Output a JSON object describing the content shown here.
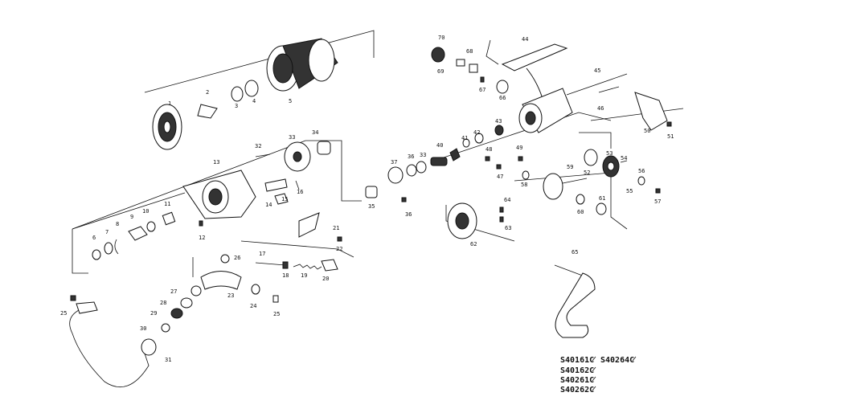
{
  "part_numbers": {
    "n1": "1",
    "n2": "2",
    "n3": "3",
    "n4": "4",
    "n5": "5",
    "n6": "6",
    "n7": "7",
    "n8": "8",
    "n9": "9",
    "n10": "10",
    "n11": "11",
    "n12": "12",
    "n13": "13",
    "n14": "14",
    "n15": "15",
    "n16": "16",
    "n17": "17",
    "n18": "18",
    "n19": "19",
    "n20": "20",
    "n21": "21",
    "n22": "22",
    "n23": "23",
    "n24": "24",
    "n25a": "25",
    "n25b": "25",
    "n26": "26",
    "n27": "27",
    "n28": "28",
    "n29": "29",
    "n30": "30",
    "n31": "31",
    "n32": "32",
    "n33a": "33",
    "n33b": "33",
    "n34": "34",
    "n35": "35",
    "n36a": "36",
    "n36b": "36",
    "n37": "37",
    "n40": "40",
    "n41": "41",
    "n42": "42",
    "n43": "43",
    "n44": "44",
    "n45": "45",
    "n46": "46",
    "n47": "47",
    "n48": "48",
    "n49": "49",
    "n50": "50",
    "n51": "51",
    "n52": "52",
    "n53": "53",
    "n54": "54",
    "n55": "55",
    "n56": "56",
    "n57": "57",
    "n58": "58",
    "n59": "59",
    "n60": "60",
    "n61": "61",
    "n62": "62",
    "n63": "63",
    "n64": "64",
    "n65": "65",
    "n66": "66",
    "n67": "67",
    "n68": "68",
    "n69": "69",
    "n70": "70"
  },
  "model_codes": {
    "m1": "S40161C",
    "m2": "S40264C",
    "m3": "S40162C",
    "m4": "S40261C",
    "m5": "S40262C"
  }
}
